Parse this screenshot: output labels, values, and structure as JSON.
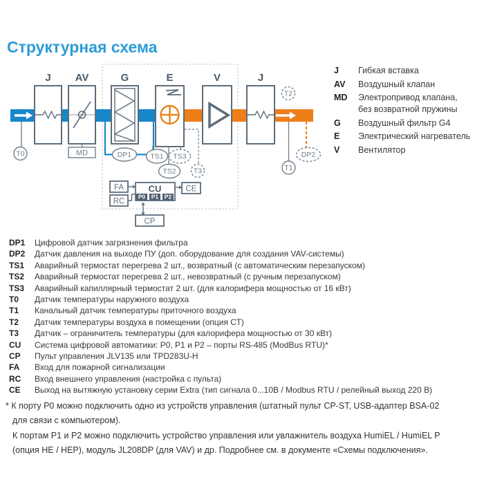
{
  "title": "Структурная схема",
  "colors": {
    "accent_blue": "#2E9CD9",
    "duct_blue": "#1787C9",
    "duct_orange": "#EE7E1A",
    "outline_gray": "#5C6C7A"
  },
  "diagram": {
    "block_labels": [
      "J",
      "AV",
      "G",
      "E",
      "V",
      "J"
    ],
    "sensor_labels": {
      "t0": "T0",
      "md": "MD",
      "dp1": "DP1",
      "ts1": "TS1",
      "ts2": "TS2",
      "ts3": "TS3",
      "t3": "T3",
      "t1": "T1",
      "t2": "T2",
      "dp2": "DP2"
    },
    "control_labels": {
      "fa": "FA",
      "rc": "RC",
      "cu": "CU",
      "p0": "P0",
      "p1": "P1",
      "p2": "P2",
      "ce": "CE",
      "cp": "CP"
    }
  },
  "legend": [
    {
      "key": "J",
      "desc": "Гибкая вставка"
    },
    {
      "key": "AV",
      "desc": "Воздушный клапан"
    },
    {
      "key": "MD",
      "desc": "Электропривод клапана,\nбез возвратной пружины"
    },
    {
      "key": "G",
      "desc": "Воздушный фильтр G4"
    },
    {
      "key": "E",
      "desc": "Электрический нагреватель"
    },
    {
      "key": "V",
      "desc": "Вентилятор"
    }
  ],
  "abbreviations": [
    {
      "key": "DP1",
      "desc": "Цифровой датчик загрязнения фильтра"
    },
    {
      "key": "DP2",
      "desc": "Датчик давления на выходе ПУ (доп. оборудование для создания VAV-системы)"
    },
    {
      "key": "TS1",
      "desc": "Аварийный термостат перегрева 2 шт., возвратный (с автоматическим перезапуском)"
    },
    {
      "key": "TS2",
      "desc": "Аварийный термостат перегрева 2 шт., невозвратный (с ручным перезапуском)"
    },
    {
      "key": "TS3",
      "desc": "Аварийный капиллярный термостат 2 шт. (для калорифера мощностью от 16 кВт)"
    },
    {
      "key": "T0",
      "desc": "Датчик температуры наружного воздуха"
    },
    {
      "key": "T1",
      "desc": "Канальный датчик температуры приточного воздуха"
    },
    {
      "key": "T2",
      "desc": "Датчик температуры воздуха в помещении (опция СТ)"
    },
    {
      "key": "T3",
      "desc": "Датчик – ограничитель температуры (для калорифера мощностью от 30 кВт)"
    },
    {
      "key": "CU",
      "desc": "Система цифровой автоматики: Р0, Р1 и Р2 – порты RS-485 (ModBus RTU)*"
    },
    {
      "key": "CP",
      "desc": "Пульт управления JLV135 или TPD283U-H"
    },
    {
      "key": "FA",
      "desc": "Вход для пожарной сигнализации"
    },
    {
      "key": "RC",
      "desc": "Вход внешнего управления (настройка с пульта)"
    },
    {
      "key": "CE",
      "desc": "Выход на вытяжную установку серии Extra (тип сигнала 0...10В / Modbus RTU / релейный выход 220 В)"
    }
  ],
  "footnote": {
    "lines": [
      "* К порту Р0 можно подключить одно из устройств управления (штатный пульт CP-ST, USB-адаптер BSA-02",
      "для связи с компьютером).",
      "К портам Р1 и Р2 можно подключить устройство управления или увлажнитель воздуха HumiEL / HumiEL P",
      "(опция НЕ / НЕР), модуль JL208DP (для VAV) и др. Подробнее см. в документе «Схемы подключения»."
    ]
  }
}
